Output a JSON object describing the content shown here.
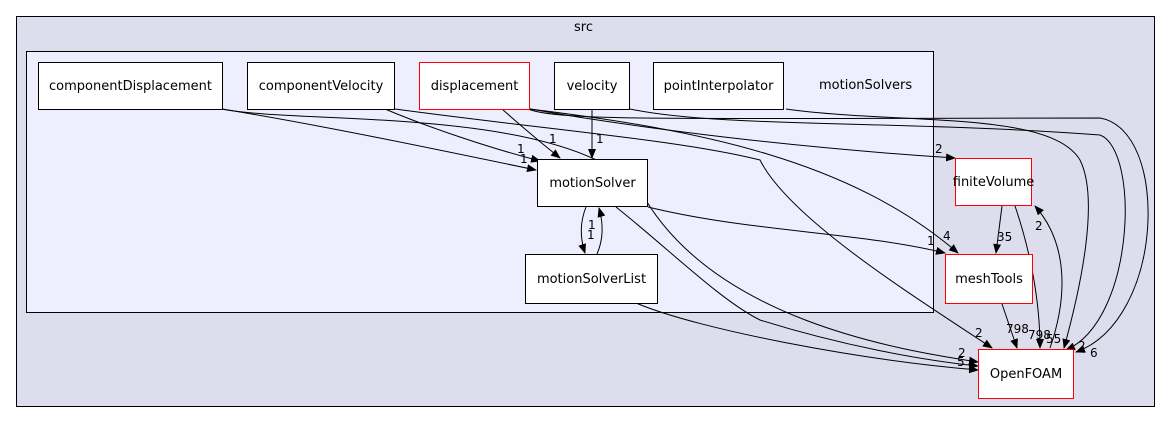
{
  "clusters": {
    "src": "src",
    "motionSolvers": "motionSolvers"
  },
  "nodes": {
    "componentDisplacement": "componentDisplacement",
    "componentVelocity": "componentVelocity",
    "displacement": "displacement",
    "velocity": "velocity",
    "pointInterpolator": "pointInterpolator",
    "motionSolver": "motionSolver",
    "motionSolverList": "motionSolverList",
    "finiteVolume": "finiteVolume",
    "meshTools": "meshTools",
    "OpenFOAM": "OpenFOAM"
  },
  "edge_labels": {
    "cd_ms": "1",
    "cv_ms": "1",
    "disp_ms": "1",
    "vel_ms": "1",
    "msl_ms": "1",
    "ms_msl": "1",
    "disp_fv": "2",
    "fv_mt": "35",
    "disp_mt": "4",
    "ms_mt": "1",
    "fv_of": "798",
    "mt_of": "798",
    "of_fv": "2",
    "pi_of": "55",
    "vel_of": "2",
    "disp_of": "6",
    "cv_of": "2",
    "ms_of": "2",
    "msl_of": "5"
  },
  "colors": {
    "outer_cluster": "#dddded",
    "inner_cluster": "#eeeefe",
    "highlight_border": "#ff0000"
  }
}
